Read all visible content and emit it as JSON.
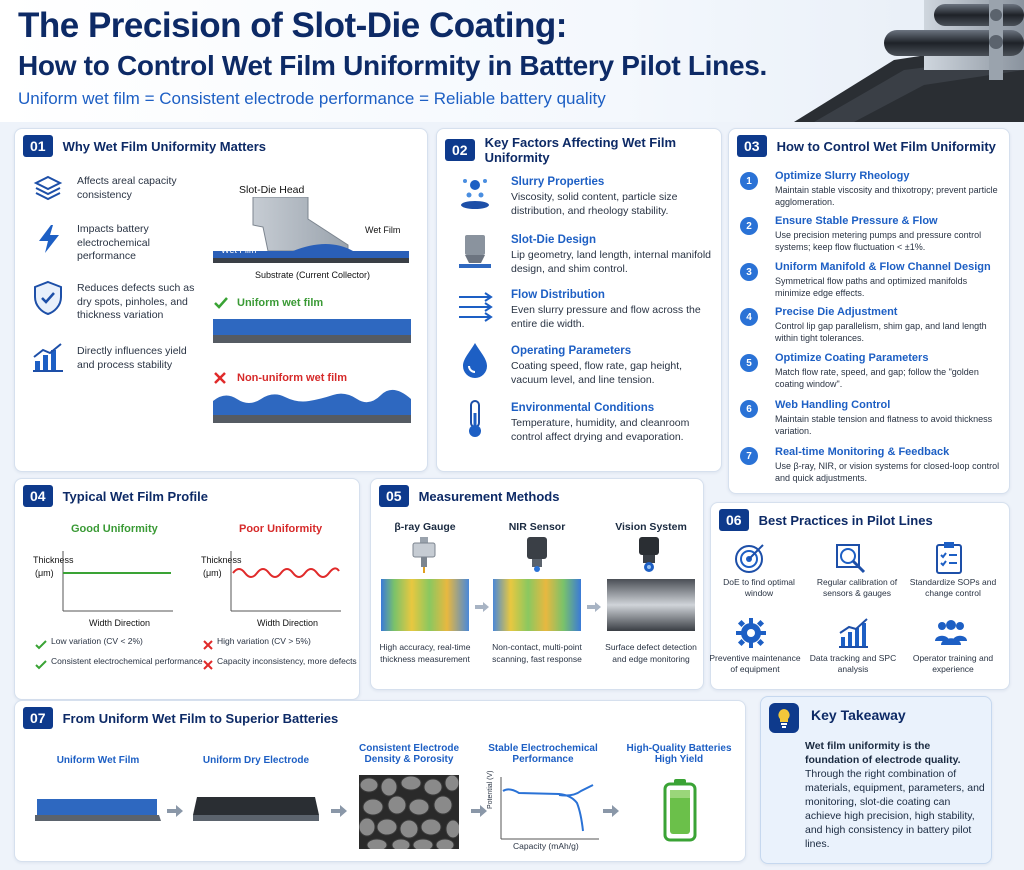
{
  "header": {
    "title1": "The Precision of Slot-Die Coating:",
    "title2": "How to Control Wet Film Uniformity in Battery Pilot Lines.",
    "subtitle": "Uniform wet film = Consistent electrode performance = Reliable battery quality"
  },
  "s01": {
    "num": "01",
    "title": "Why Wet Film Uniformity Matters",
    "items": [
      {
        "icon": "layers-icon",
        "text": "Affects areal capacity consistency"
      },
      {
        "icon": "lightning-icon",
        "text": "Impacts battery electrochemical performance"
      },
      {
        "icon": "shield-check-icon",
        "text": "Reduces defects such as dry spots, pinholes, and thickness variation"
      },
      {
        "icon": "bar-chart-icon",
        "text": "Directly influences yield and process stability"
      }
    ],
    "diagram": {
      "head_label": "Slot-Die Head",
      "film_label": "Wet Film",
      "film_inline_label": "Wet Film",
      "substrate_label": "Substrate (Current Collector)",
      "uniform_label": "Uniform wet film",
      "nonuniform_label": "Non-uniform wet film"
    }
  },
  "s02": {
    "num": "02",
    "title": "Key Factors Affecting Wet Film Uniformity",
    "items": [
      {
        "icon": "slurry-particles-icon",
        "title": "Slurry Properties",
        "text": "Viscosity, solid content, particle size distribution, and rheology stability."
      },
      {
        "icon": "slot-die-icon",
        "title": "Slot-Die Design",
        "text": "Lip geometry, land length, internal manifold design, and shim control."
      },
      {
        "icon": "flow-arrows-icon",
        "title": "Flow Distribution",
        "text": "Even slurry pressure and flow across the entire die width."
      },
      {
        "icon": "droplet-icon",
        "title": "Operating Parameters",
        "text": "Coating speed, flow rate, gap height, vacuum level, and line tension."
      },
      {
        "icon": "thermometer-icon",
        "title": "Environmental Conditions",
        "text": "Temperature, humidity, and cleanroom control affect drying and evaporation."
      }
    ]
  },
  "s03": {
    "num": "03",
    "title": "How to Control Wet Film Uniformity",
    "steps": [
      {
        "n": "1",
        "title": "Optimize Slurry Rheology",
        "text": "Maintain stable viscosity and thixotropy; prevent particle agglomeration."
      },
      {
        "n": "2",
        "title": "Ensure Stable Pressure & Flow",
        "text": "Use precision metering pumps and pressure control systems; keep flow fluctuation < ±1%."
      },
      {
        "n": "3",
        "title": "Uniform Manifold & Flow Channel Design",
        "text": "Symmetrical flow paths and optimized manifolds minimize edge effects."
      },
      {
        "n": "4",
        "title": "Precise Die Adjustment",
        "text": "Control lip gap parallelism, shim gap, and land length within tight tolerances."
      },
      {
        "n": "5",
        "title": "Optimize Coating Parameters",
        "text": "Match flow rate, speed, and gap; follow the \"golden coating window\"."
      },
      {
        "n": "6",
        "title": "Web Handling Control",
        "text": "Maintain stable tension and flatness to avoid thickness variation."
      },
      {
        "n": "7",
        "title": "Real-time Monitoring & Feedback",
        "text": "Use β-ray, NIR, or vision systems for closed-loop control and quick adjustments."
      }
    ]
  },
  "s04": {
    "num": "04",
    "title": "Typical Wet Film Profile",
    "good_title": "Good Uniformity",
    "poor_title": "Poor Uniformity",
    "ylabel": "Thickness",
    "yunit": "(μm)",
    "xlabel": "Width Direction",
    "good_points": [
      "Low variation (CV < 2%)",
      "Consistent electrochemical performance"
    ],
    "poor_points": [
      "High variation (CV > 5%)",
      "Capacity inconsistency, more defects"
    ],
    "colors": {
      "good": "#3aa335",
      "poor": "#e02a2a"
    }
  },
  "s05": {
    "num": "05",
    "title": "Measurement Methods",
    "methods": [
      {
        "name": "β-ray Gauge",
        "icon": "beta-gauge-icon",
        "text": "High accuracy, real-time thickness measurement"
      },
      {
        "name": "NIR Sensor",
        "icon": "nir-sensor-icon",
        "text": "Non-contact, multi-point scanning, fast response"
      },
      {
        "name": "Vision System",
        "icon": "camera-icon",
        "text": "Surface defect detection and edge monitoring"
      }
    ]
  },
  "s06": {
    "num": "06",
    "title": "Best Practices in Pilot Lines",
    "items": [
      {
        "icon": "target-icon",
        "text": "DoE to find optimal window"
      },
      {
        "icon": "magnifier-icon",
        "text": "Regular calibration of sensors & gauges"
      },
      {
        "icon": "checklist-icon",
        "text": "Standardize SOPs and change control"
      },
      {
        "icon": "gear-icon",
        "text": "Preventive maintenance of equipment"
      },
      {
        "icon": "trend-chart-icon",
        "text": "Data tracking and SPC analysis"
      },
      {
        "icon": "team-icon",
        "text": "Operator training and experience"
      }
    ]
  },
  "s07": {
    "num": "07",
    "title": "From Uniform Wet Film to Superior Batteries",
    "stages": [
      {
        "label": "Uniform Wet Film"
      },
      {
        "label": "Uniform Dry Electrode"
      },
      {
        "label": "Consistent Electrode Density & Porosity"
      },
      {
        "label": "Stable Electrochemical Performance"
      },
      {
        "label": "High-Quality Batteries High Yield"
      }
    ],
    "curve_xlabel": "Capacity (mAh/g)",
    "curve_ylabel": "Potential (V)"
  },
  "takeaway": {
    "icon": "lightbulb-icon",
    "title": "Key Takeaway",
    "bold": "Wet film uniformity is the foundation of electrode quality.",
    "text": "Through the right combination of materials, equipment, parameters, and monitoring, slot-die coating can achieve high precision, high stability, and high consistency in battery pilot lines."
  }
}
